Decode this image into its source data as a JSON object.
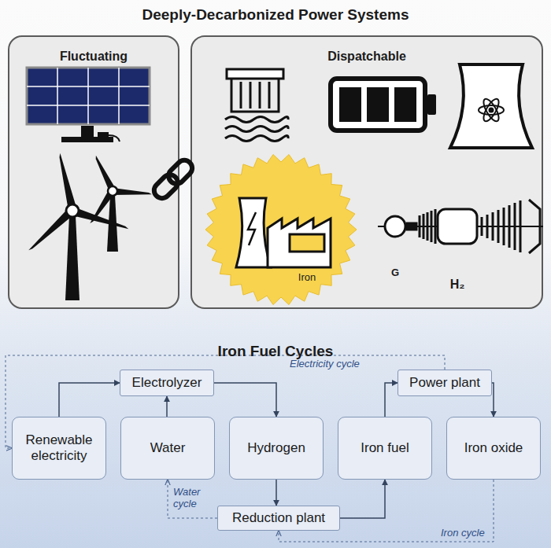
{
  "diagram": {
    "title": "Deeply-Decarbonized Power Systems",
    "nodes": [
      {
        "text": [
          "Fluctuating"
        ]
      },
      {
        "text": [
          "Dispatchable"
        ]
      },
      {
        "text": [
          "Electrolyzer"
        ]
      },
      {
        "text": [
          "Power plant"
        ]
      },
      {
        "text": [
          "Renewable electricity"
        ]
      },
      {
        "text": [
          "Water"
        ]
      },
      {
        "text": [
          "Hydrogen"
        ]
      },
      {
        "text": [
          "Iron fuel"
        ]
      },
      {
        "text": [
          "Iron oxide"
        ]
      },
      {
        "text": [
          "Reduction plant"
        ]
      }
    ],
    "edges": [
      {
        "from": 4,
        "to": 2,
        "arrow": "to"
      },
      {
        "from": 5,
        "to": 2,
        "arrow": "to"
      },
      {
        "from": 2,
        "to": 6,
        "arrow": "to"
      },
      {
        "from": 6,
        "to": 9,
        "arrow": "to"
      },
      {
        "from": 9,
        "to": 7,
        "arrow": "to"
      },
      {
        "from": 7,
        "to": 3,
        "arrow": "to"
      },
      {
        "from": 3,
        "to": 8,
        "arrow": "to"
      },
      {
        "from": 3,
        "to": 4,
        "arrow": "to",
        "label": "Electricity cycle"
      },
      {
        "from": 9,
        "to": 5,
        "arrow": "to",
        "label": "Water cycle"
      },
      {
        "from": 8,
        "to": 9,
        "arrow": "to",
        "label": "Iron cycle"
      }
    ],
    "labels": [
      "Iron Fuel Cycles",
      "Iron",
      "G",
      "H₂"
    ]
  }
}
